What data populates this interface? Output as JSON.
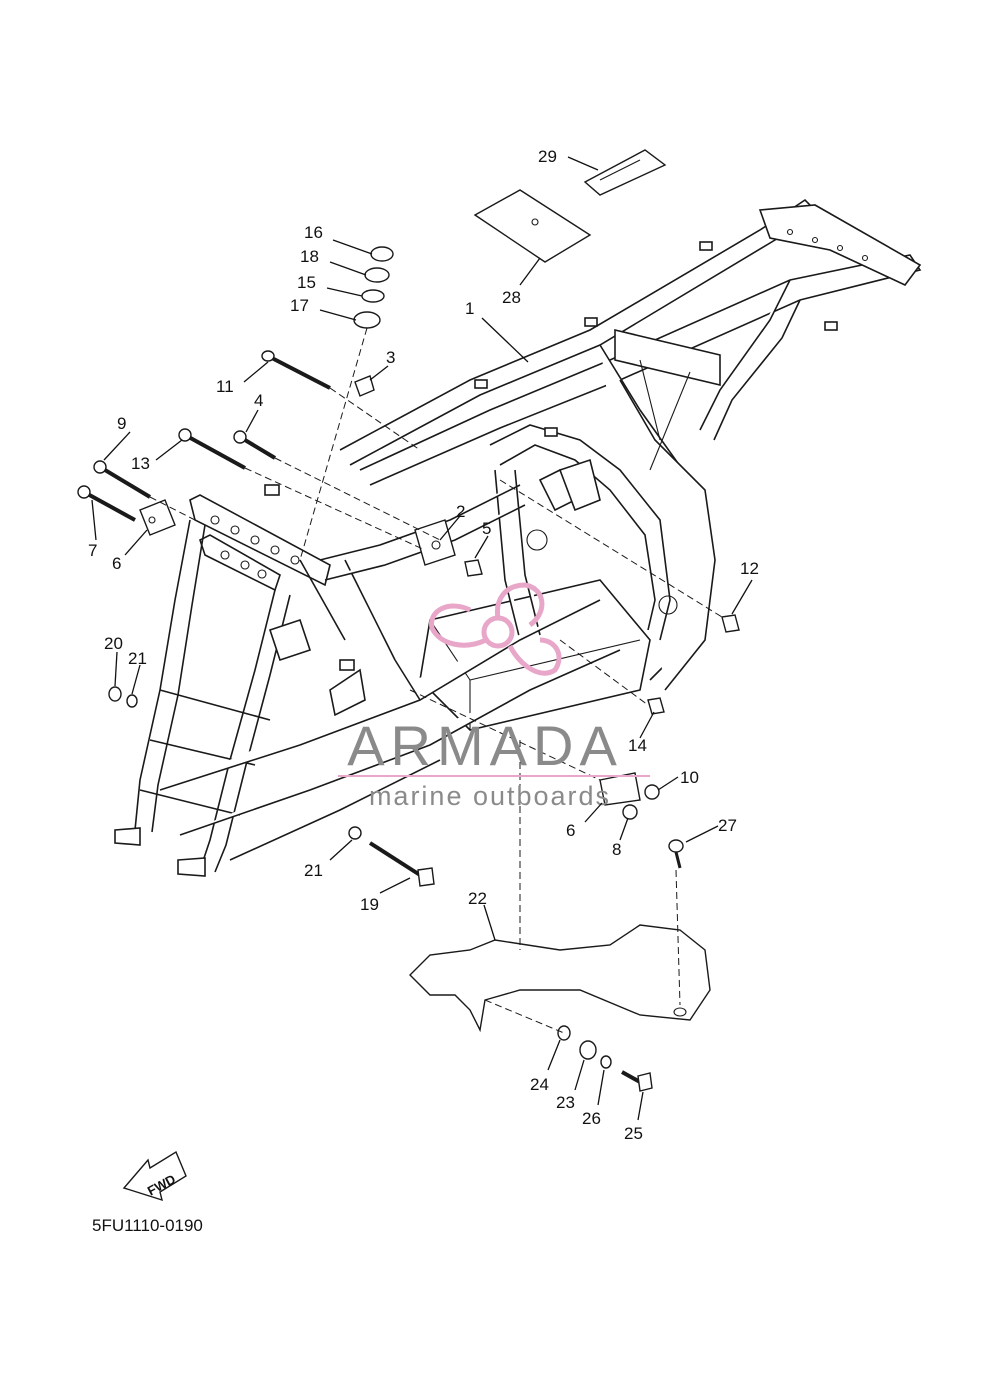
{
  "diagram": {
    "code": "5FU1110-0190",
    "fwd_label": "FWD",
    "callouts": [
      {
        "id": "c1",
        "label": "1"
      },
      {
        "id": "c2",
        "label": "2"
      },
      {
        "id": "c3",
        "label": "3"
      },
      {
        "id": "c4",
        "label": "4"
      },
      {
        "id": "c5",
        "label": "5"
      },
      {
        "id": "c6a",
        "label": "6"
      },
      {
        "id": "c6b",
        "label": "6"
      },
      {
        "id": "c7",
        "label": "7"
      },
      {
        "id": "c8",
        "label": "8"
      },
      {
        "id": "c9",
        "label": "9"
      },
      {
        "id": "c10",
        "label": "10"
      },
      {
        "id": "c11",
        "label": "11"
      },
      {
        "id": "c12",
        "label": "12"
      },
      {
        "id": "c13",
        "label": "13"
      },
      {
        "id": "c14",
        "label": "14"
      },
      {
        "id": "c15",
        "label": "15"
      },
      {
        "id": "c16",
        "label": "16"
      },
      {
        "id": "c17",
        "label": "17"
      },
      {
        "id": "c18",
        "label": "18"
      },
      {
        "id": "c19",
        "label": "19"
      },
      {
        "id": "c20",
        "label": "20"
      },
      {
        "id": "c21a",
        "label": "21"
      },
      {
        "id": "c21b",
        "label": "21"
      },
      {
        "id": "c22",
        "label": "22"
      },
      {
        "id": "c23",
        "label": "23"
      },
      {
        "id": "c24",
        "label": "24"
      },
      {
        "id": "c25",
        "label": "25"
      },
      {
        "id": "c26",
        "label": "26"
      },
      {
        "id": "c27",
        "label": "27"
      },
      {
        "id": "c28",
        "label": "28"
      },
      {
        "id": "c29",
        "label": "29"
      }
    ]
  },
  "watermark": {
    "brand": "ARMADA",
    "tagline": "marine outboards",
    "color": "#e8a6c8",
    "text_color": "#8a8a8a"
  }
}
